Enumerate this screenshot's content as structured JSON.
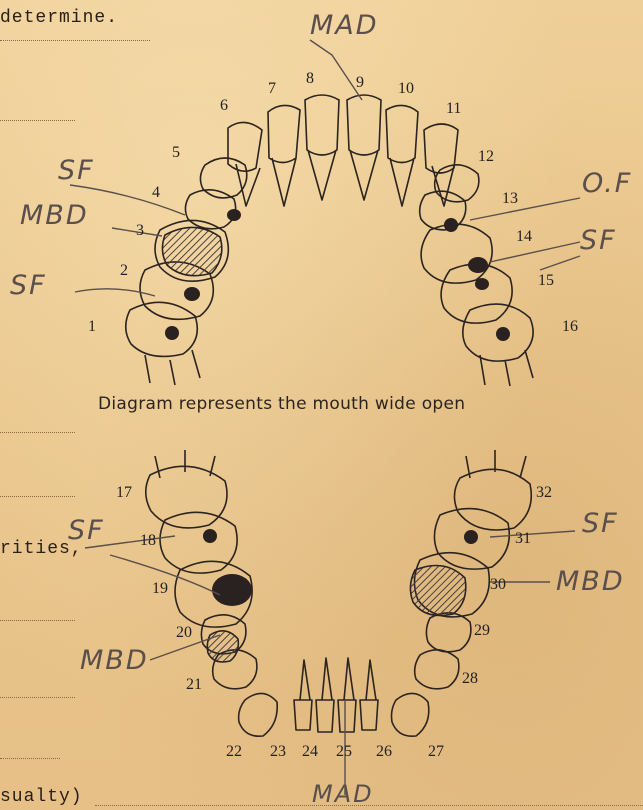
{
  "form_text": {
    "top": "determine.",
    "left_mid": "rities,",
    "bottom": "sualty)"
  },
  "caption": "Diagram represents the mouth wide open",
  "upper_numbers": [
    "1",
    "2",
    "3",
    "4",
    "5",
    "6",
    "7",
    "8",
    "9",
    "10",
    "11",
    "12",
    "13",
    "14",
    "15",
    "16"
  ],
  "lower_numbers": [
    "17",
    "18",
    "19",
    "20",
    "21",
    "22",
    "23",
    "24",
    "25",
    "26",
    "27",
    "28",
    "29",
    "30",
    "31",
    "32"
  ],
  "handwritten": {
    "mad_top": "MAD",
    "sf_upper": "SF",
    "mbd_upper": "MBD",
    "sf_lower_left_upper": "SF",
    "of_right": "O.F",
    "sf_right_upper": "SF",
    "sf_lower_left": "SF",
    "mbd_lower_left": "MBD",
    "sf_lower_right": "SF",
    "mbd_lower_right": "MBD",
    "mad_bottom": "MAD"
  }
}
